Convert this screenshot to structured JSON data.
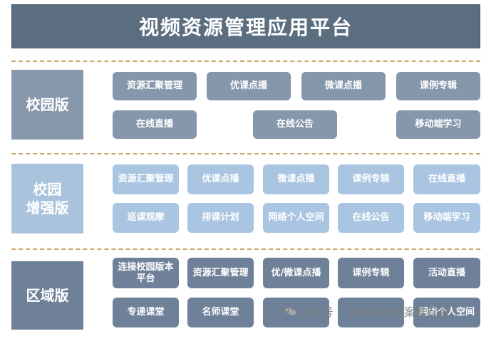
{
  "title": "视频资源管理应用平台",
  "sections": [
    {
      "label": "校园版",
      "items": [
        "资源汇聚管理",
        "优课点播",
        "微课点播",
        "课例专辑",
        "在线直播",
        "在线公告",
        "移动端学习"
      ]
    },
    {
      "label": "校园\n增强版",
      "items": [
        "资源汇聚管理",
        "优课点播",
        "微课点播",
        "课例专辑",
        "在线直播",
        "巡课观摩",
        "排课计划",
        "网络个人空间",
        "在线公告",
        "移动端学习"
      ]
    },
    {
      "label": "区域版",
      "items": [
        "连接校园版本平台",
        "资源汇聚管理",
        "优/微课点播",
        "课例专辑",
        "活动直播",
        "专递课堂",
        "名师课堂",
        "",
        "",
        "网络个人空间"
      ]
    }
  ],
  "watermark": {
    "text": "公众号 · GKWALK方案推荐官",
    "icon": "wechat-icon"
  },
  "colors": {
    "title_bg": "#5b6e80",
    "campus": "#8696ab",
    "enhanced": "#a9c5e1",
    "region": "#6e8199",
    "divider": "#c9a86a"
  }
}
